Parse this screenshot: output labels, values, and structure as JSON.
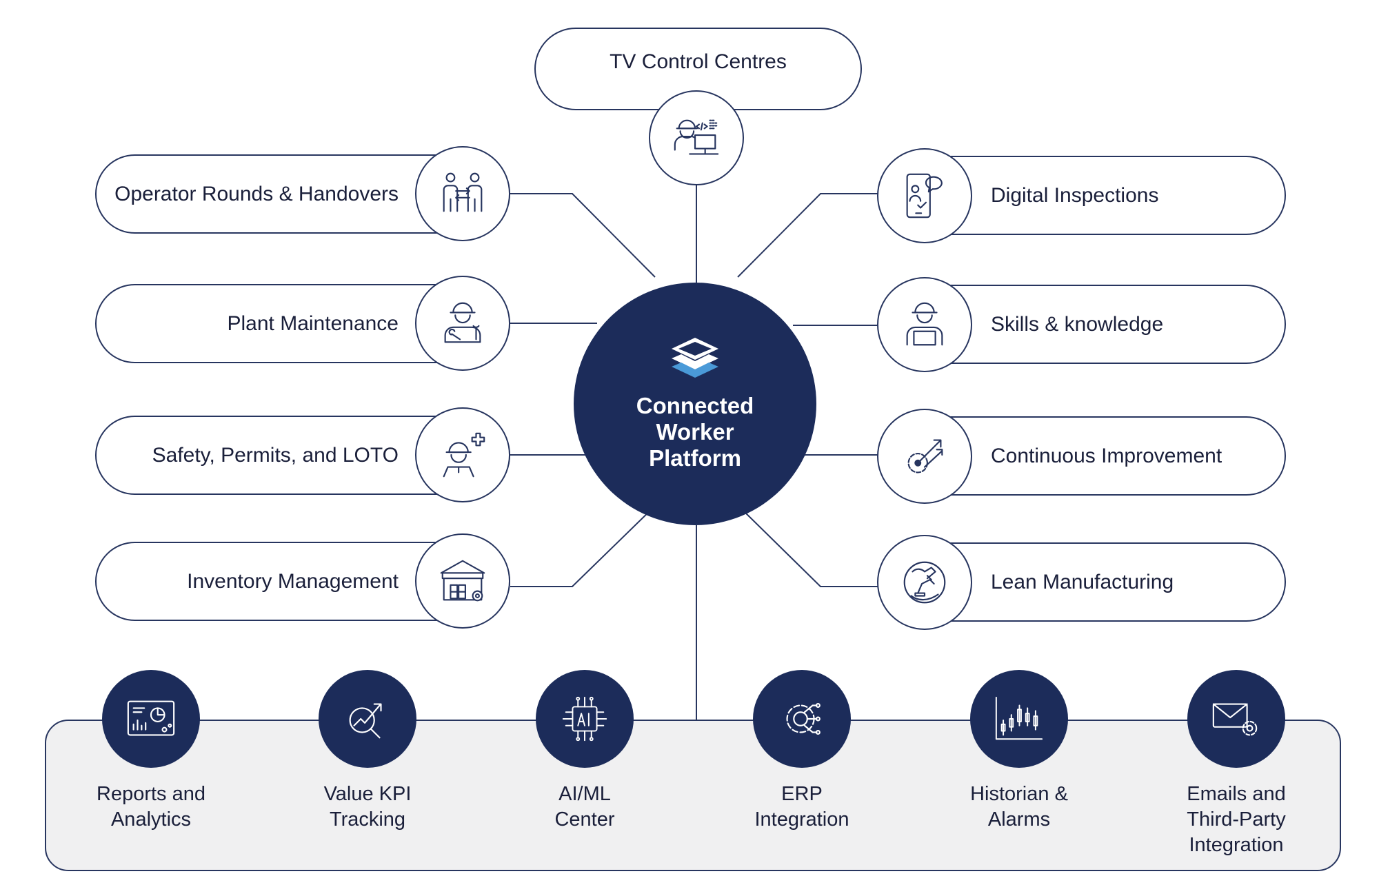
{
  "hub": {
    "line1": "Connected",
    "line2": "Worker",
    "line3": "Platform"
  },
  "top": {
    "label": "TV Control Centres"
  },
  "left_items": [
    {
      "label": "Operator Rounds & Handovers",
      "icon": "handover-workers-icon"
    },
    {
      "label": "Plant Maintenance",
      "icon": "maintenance-worker-icon"
    },
    {
      "label": "Safety, Permits, and LOTO",
      "icon": "safety-worker-icon"
    },
    {
      "label": "Inventory Management",
      "icon": "warehouse-icon"
    }
  ],
  "right_items": [
    {
      "label": "Digital Inspections",
      "icon": "phone-inspection-icon"
    },
    {
      "label": "Skills & knowledge",
      "icon": "worker-tablet-icon"
    },
    {
      "label": "Continuous Improvement",
      "icon": "gear-arrows-icon"
    },
    {
      "label": "Lean Manufacturing",
      "icon": "robot-arm-hand-icon"
    }
  ],
  "bottom_items": [
    {
      "line1": "Reports and",
      "line2": "Analytics",
      "line3": "",
      "icon": "dashboard-icon"
    },
    {
      "line1": "Value KPI",
      "line2": "Tracking",
      "line3": "",
      "icon": "kpi-magnifier-icon"
    },
    {
      "line1": "AI/ML",
      "line2": "Center",
      "line3": "",
      "icon": "ai-chip-icon"
    },
    {
      "line1": "ERP",
      "line2": "Integration",
      "line3": "",
      "icon": "gear-circuit-icon"
    },
    {
      "line1": "Historian &",
      "line2": "Alarms",
      "line3": "",
      "icon": "candlestick-chart-icon"
    },
    {
      "line1": "Emails and",
      "line2": "Third-Party",
      "line3": "Integration",
      "icon": "email-gear-icon"
    }
  ],
  "colors": {
    "navy": "#1c2c5a",
    "stroke": "#27355f",
    "panel": "#f0f0f1",
    "accent": "#4a9ad8"
  }
}
